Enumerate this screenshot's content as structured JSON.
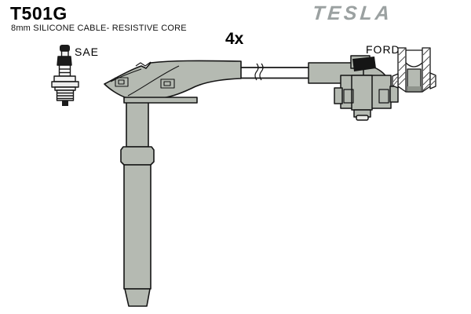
{
  "page": {
    "background": "#ffffff"
  },
  "header": {
    "part_number": "T501G",
    "subtitle": "8mm SILICONE CABLE- RESISTIVE CORE",
    "brand": "TESLA"
  },
  "diagram": {
    "quantity_label": "4x",
    "left_connector_label": "SAE",
    "right_connector_label": "FORD",
    "colors": {
      "fill": "#b5bab2",
      "outline": "#151515",
      "dark": "#1c1c1c",
      "brand_gray": "#9ba1a1",
      "background": "#ffffff"
    }
  }
}
